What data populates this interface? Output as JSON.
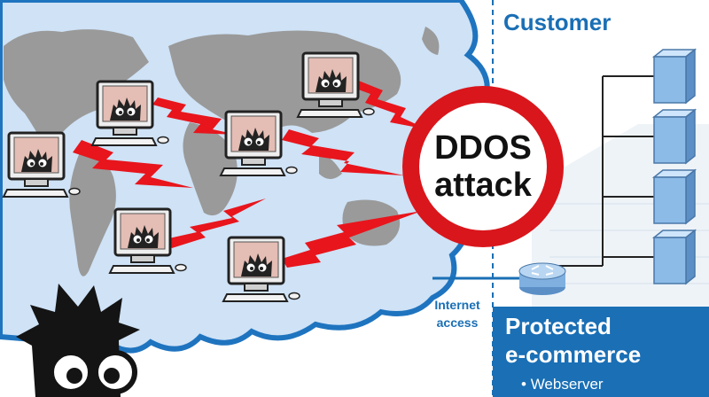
{
  "customer": {
    "title": "Customer",
    "protected_line1": "Protected",
    "protected_line2": "e-commerce",
    "bullet": "Webserver"
  },
  "sign": {
    "line1": "DDOS",
    "line2": "attack"
  },
  "link": {
    "line1": "Internet",
    "line2": "access"
  },
  "colors": {
    "cloud": "#cfe2f6",
    "cloud_edge": "#1f74bf",
    "land": "#9a9a9a",
    "bolt": "#e8151c",
    "sign_ring": "#d9161c",
    "customer_blue": "#1a6fb5",
    "server": "#8cbbe8"
  },
  "icons": {
    "attacker": "hacker-computer-icon",
    "server": "server-icon",
    "router": "router-icon",
    "hacker": "hacker-mascot-icon"
  }
}
